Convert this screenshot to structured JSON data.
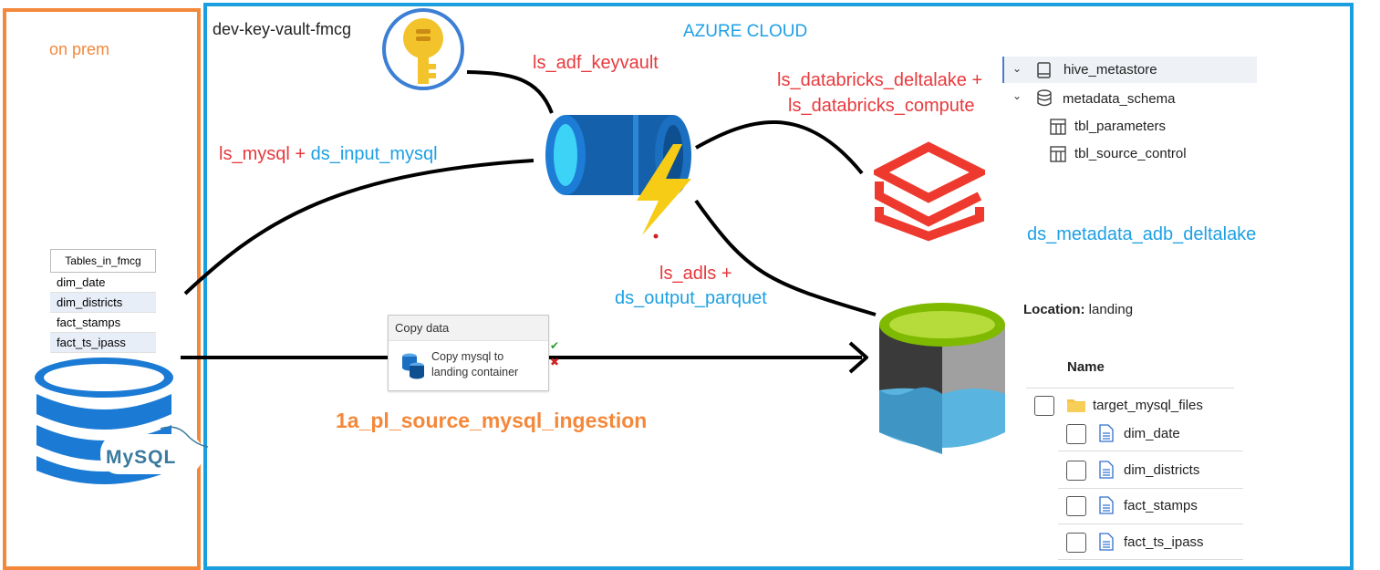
{
  "regions": {
    "on_prem": "on prem",
    "azure": "AZURE CLOUD"
  },
  "key_vault": {
    "name": "dev-key-vault-fmcg"
  },
  "linked_services": {
    "keyvault": "ls_adf_keyvault",
    "databricks_line1": "ls_databricks_deltalake +",
    "databricks_line2": "ls_databricks_compute",
    "mysql_ls": "ls_mysql",
    "mysql_plus": "+",
    "mysql_ds": "ds_input_mysql",
    "adls_line1": "ls_adls +",
    "adls_ds": "ds_output_parquet",
    "metadata_ds": "ds_metadata_adb_deltalake"
  },
  "mysql_tables": {
    "header": "Tables_in_fmcg",
    "rows": [
      "dim_date",
      "dim_districts",
      "fact_stamps",
      "fact_ts_ipass"
    ]
  },
  "mysql_logo": "MySQL",
  "metastore_tree": {
    "root": "hive_metastore",
    "schema": "metadata_schema",
    "tables": [
      "tbl_parameters",
      "tbl_source_control"
    ]
  },
  "activity": {
    "header": "Copy data",
    "line1": "Copy mysql to",
    "line2": "landing container"
  },
  "pipeline_name": "1a_pl_source_mysql_ingestion",
  "storage": {
    "location_label": "Location:",
    "location_value": "landing",
    "column_header": "Name",
    "folder": "target_mysql_files",
    "files": [
      "dim_date",
      "dim_districts",
      "fact_stamps",
      "fact_ts_ipass"
    ]
  },
  "colors": {
    "on_prem_border": "#f4883a",
    "azure_border": "#1a9ee0",
    "red_text": "#e8393d",
    "blue_text": "#1da0e4",
    "databricks": "#ee3a2e"
  }
}
